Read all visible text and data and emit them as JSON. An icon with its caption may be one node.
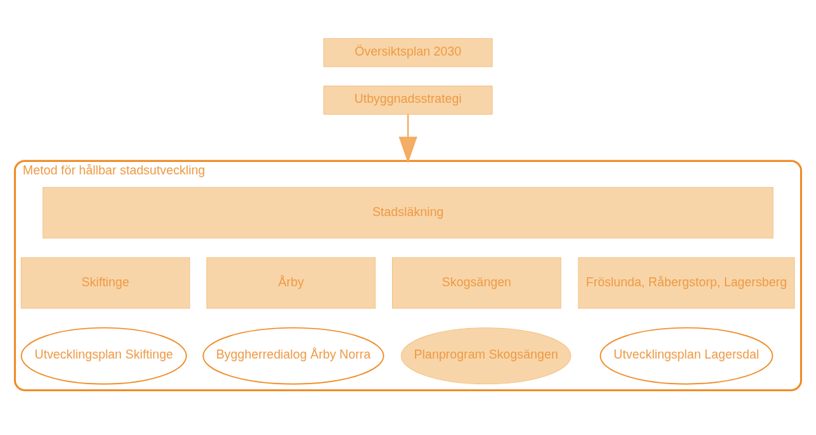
{
  "diagram": {
    "nodes": [
      {
        "text": [
          "Översiktsplan 2030"
        ]
      },
      {
        "text": [
          "Utbyggnadsstrategi"
        ]
      },
      {
        "text": [
          "Metod för hållbar stadsutveckling"
        ]
      },
      {
        "text": [
          "Stadsläkning"
        ],
        "in": 2
      },
      {
        "text": [
          "Skiftinge"
        ],
        "in": 2
      },
      {
        "text": [
          "Årby"
        ],
        "in": 2
      },
      {
        "text": [
          "Skogsängen"
        ],
        "in": 2
      },
      {
        "text": [
          "Fröslunda, Råbergstorp, Lagersberg"
        ],
        "in": 2
      },
      {
        "text": [
          "Utvecklingsplan Skiftinge"
        ],
        "in": 2
      },
      {
        "text": [
          "Byggherredialog Årby Norra"
        ],
        "in": 2
      },
      {
        "text": [
          "Planprogram Skogsängen"
        ],
        "in": 2
      },
      {
        "text": [
          "Utvecklingsplan Lagersdal"
        ],
        "in": 2
      }
    ],
    "edges": [
      {
        "from": 1,
        "to": 2,
        "arrow": "to"
      }
    ]
  }
}
